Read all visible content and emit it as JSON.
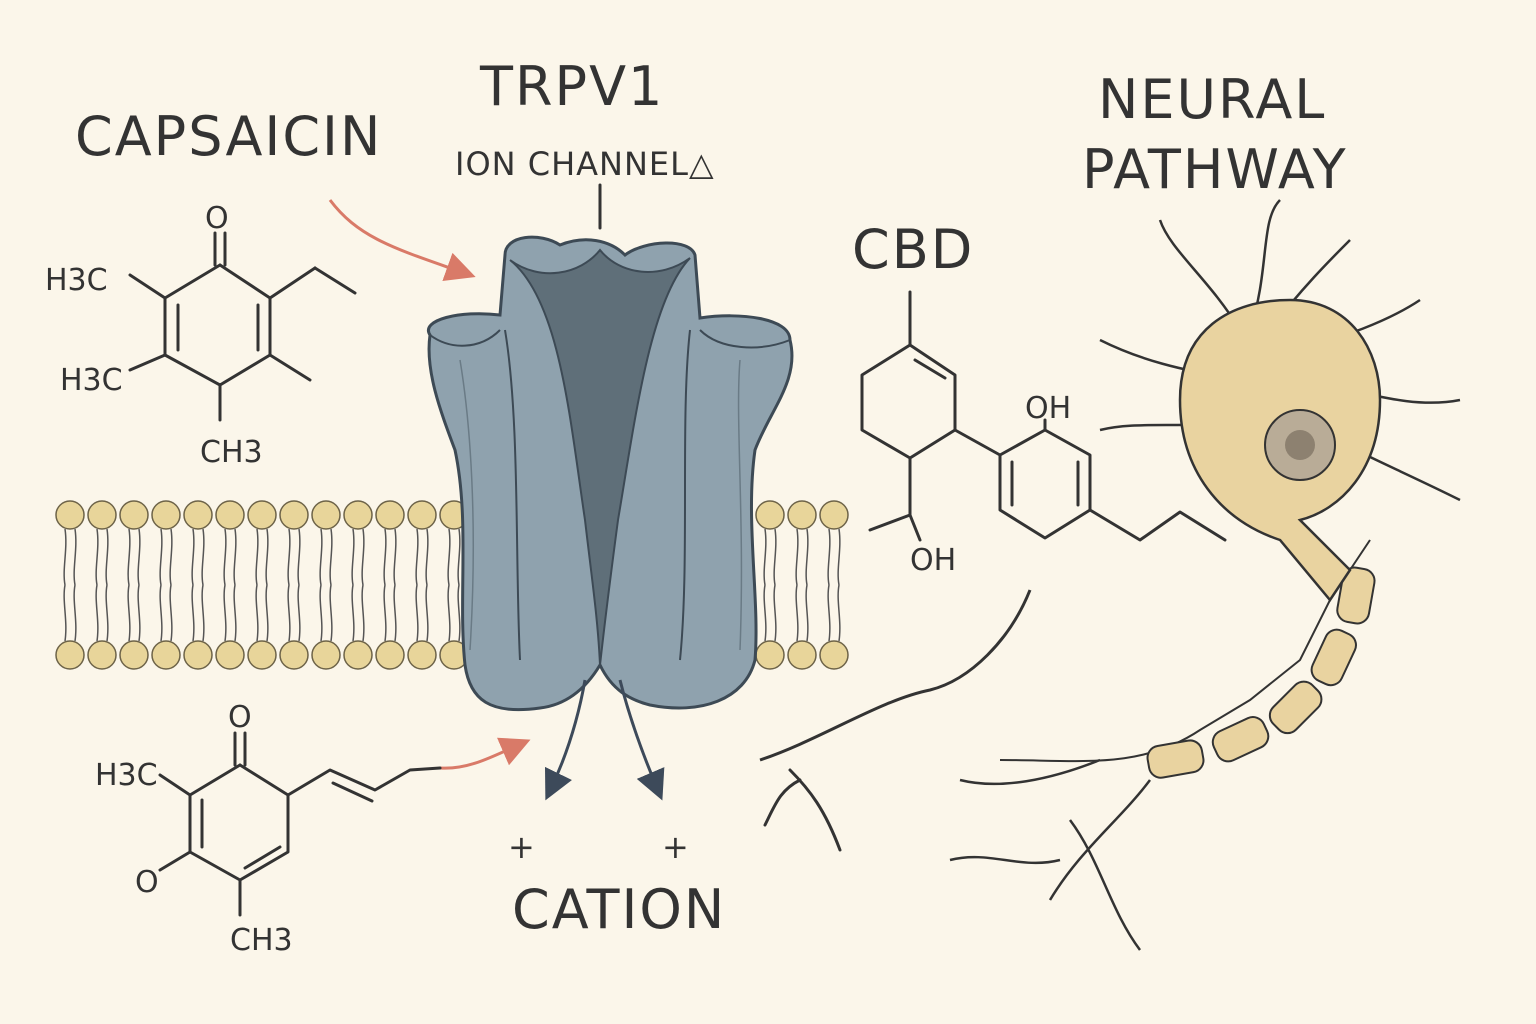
{
  "labels": {
    "capsaicin": "CAPSAICIN",
    "trpv1": "TRPV1",
    "ion_channel": "ION CHANNEL△",
    "cbd": "CBD",
    "neural_line1": "NEURAL",
    "neural_line2": "PATHWAY",
    "cation": "CATION",
    "plus": "+"
  },
  "molecule_top": {
    "o": "O",
    "h3c_a": "H3C",
    "h3c_b": "H3C",
    "ch3": "CH3"
  },
  "molecule_bottom": {
    "o_top": "O",
    "h3c": "H3C",
    "o_left": "O",
    "ch3": "CH3"
  },
  "cbd_molecule": {
    "oh_top": "OH",
    "oh_bottom": "OH"
  },
  "colors": {
    "background": "#fbf6ea",
    "ink": "#333333",
    "channel": "#8fa2ae",
    "channel_dark": "#5f6f79",
    "lipid_head": "#e8d59a",
    "neuron": "#e9d3a0",
    "arrow_red": "#d97a68",
    "arrow_blue": "#3d4a5a"
  }
}
